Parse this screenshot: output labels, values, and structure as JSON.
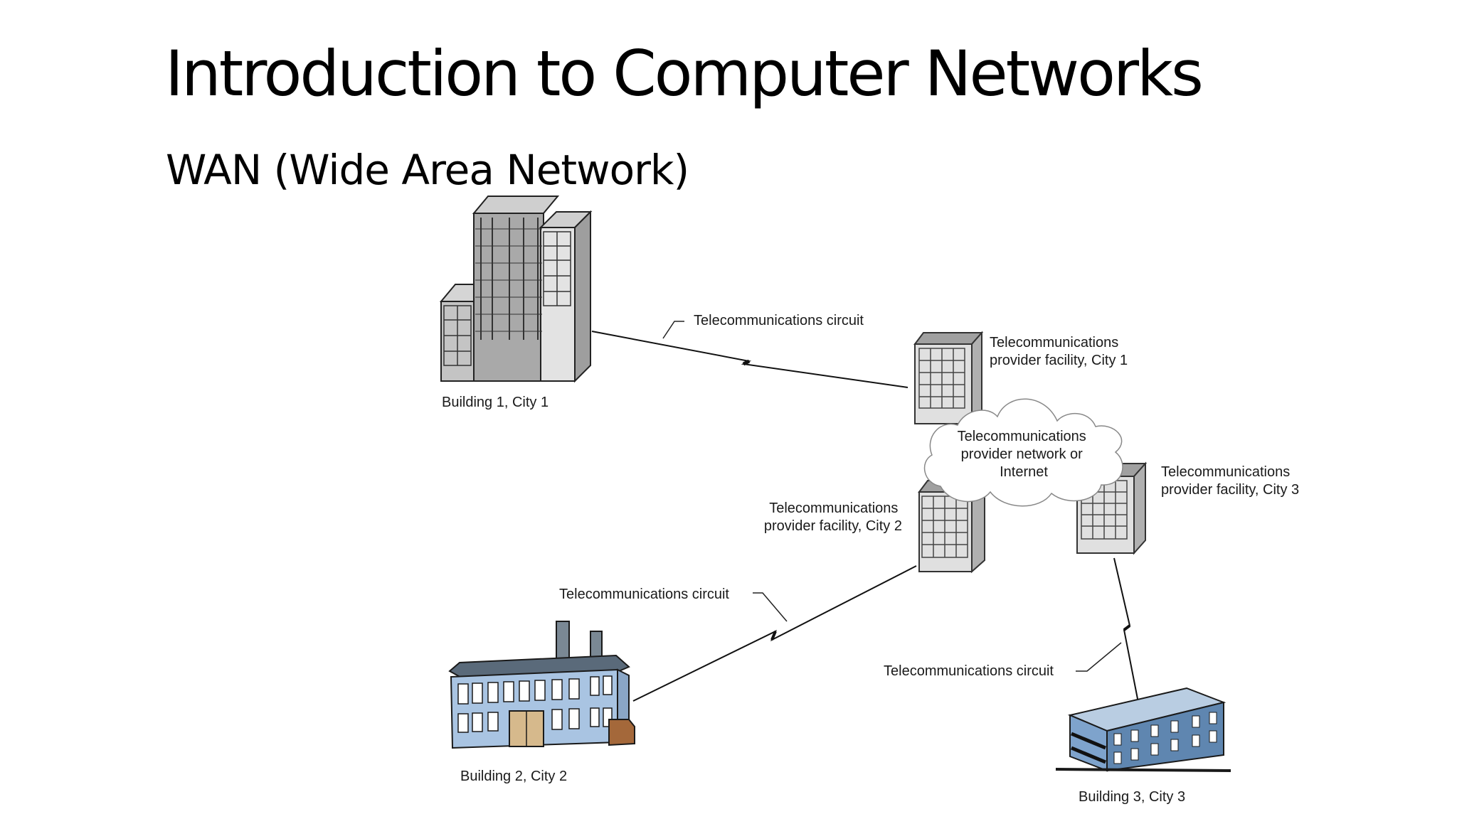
{
  "slide": {
    "title": "Introduction to Computer Networks",
    "subtitle": "WAN (Wide Area Network)"
  },
  "diagram": {
    "building1": "Building 1, City 1",
    "building2": "Building 2, City 2",
    "building3": "Building 3, City 3",
    "circuit_label_1": "Telecommunications circuit",
    "circuit_label_2": "Telecommunications circuit",
    "circuit_label_3": "Telecommunications circuit",
    "facility1": [
      "Telecommunications",
      "provider facility, City 1"
    ],
    "facility2": [
      "Telecommunications",
      "provider facility, City 2"
    ],
    "facility3": [
      "Telecommunications",
      "provider facility, City 3"
    ],
    "cloud": [
      "Telecommunications",
      "provider network or",
      "Internet"
    ]
  },
  "colors": {
    "building_gray": "#bdbdbd",
    "factory_blue": "#a9c4e2",
    "factory_door": "#d6b98c",
    "factory_brown": "#a4683a",
    "building3_blue": "#7ea3cc"
  }
}
